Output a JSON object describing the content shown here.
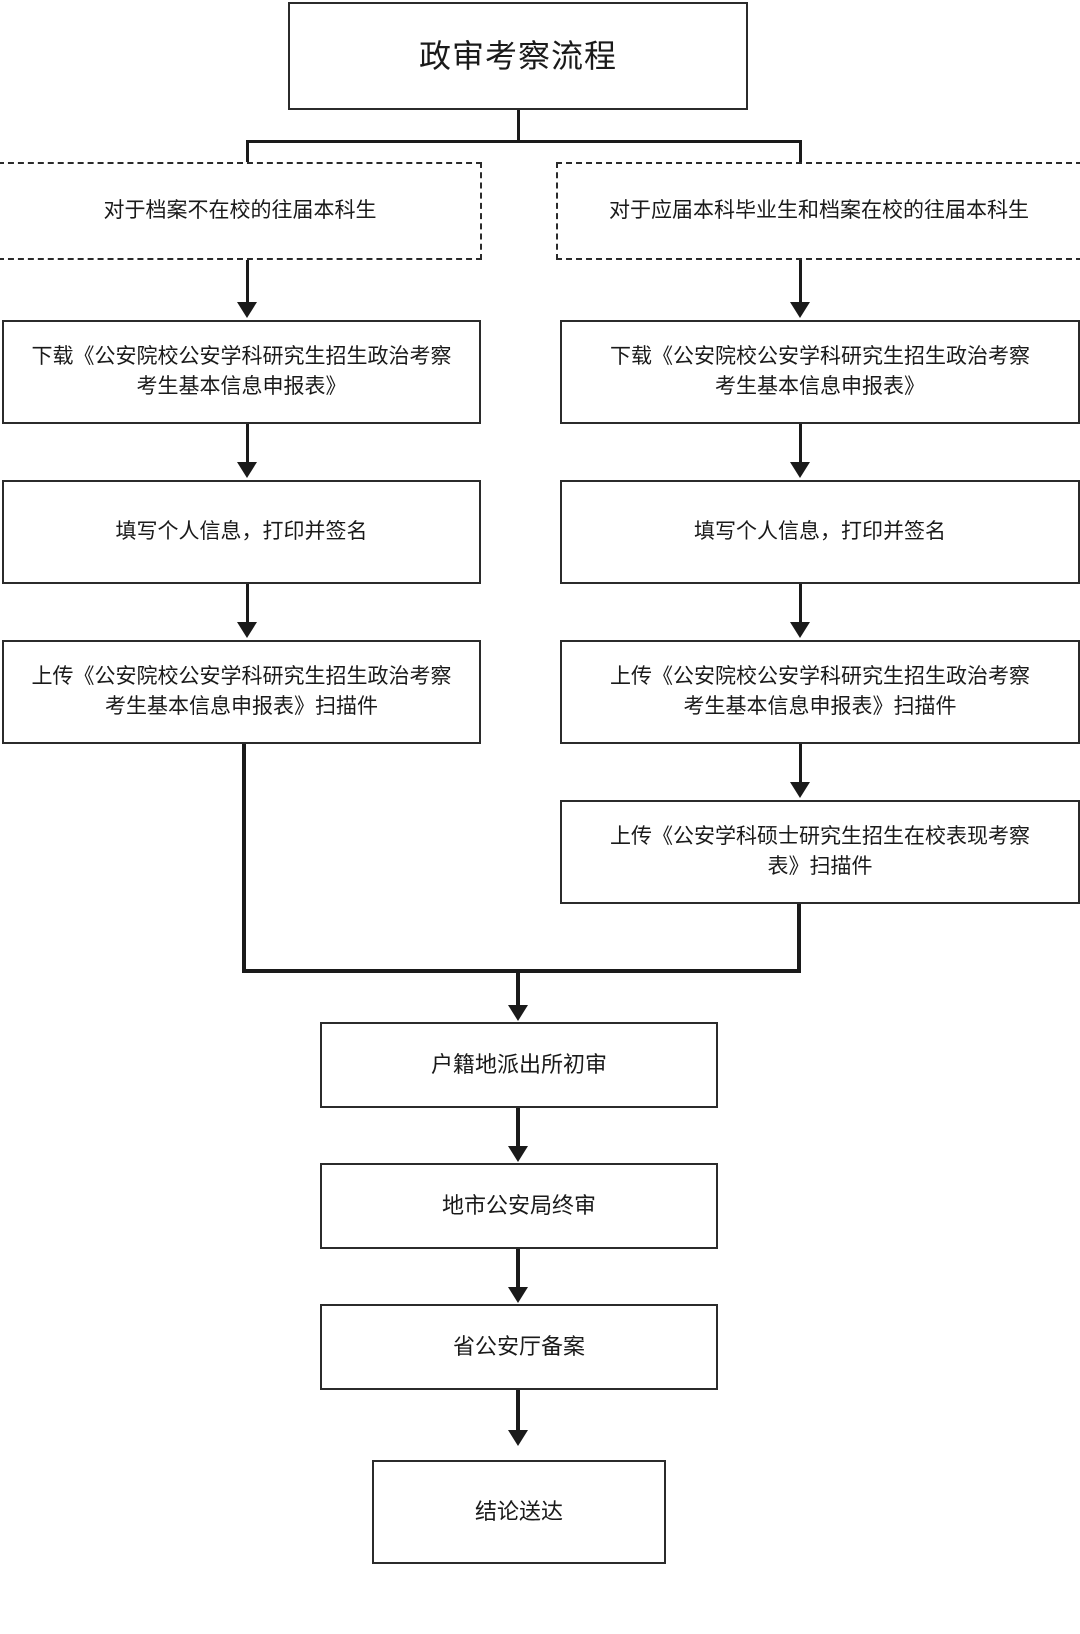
{
  "diagram": {
    "title": "政审考察流程",
    "branches": [
      {
        "id": "left",
        "label": "对于档案不在校的往届本科生"
      },
      {
        "id": "right",
        "label": "对于应届本科毕业生和档案在校的往届本科生"
      }
    ],
    "left_steps": [
      {
        "label": "下载《公安院校公安学科研究生招生政治考察\n考生基本信息申报表》"
      },
      {
        "label": "填写个人信息，打印并签名"
      },
      {
        "label": "上传《公安院校公安学科研究生招生政治考察\n考生基本信息申报表》扫描件"
      }
    ],
    "right_steps": [
      {
        "label": "下载《公安院校公安学科研究生招生政治考察\n考生基本信息申报表》"
      },
      {
        "label": "填写个人信息，打印并签名"
      },
      {
        "label": "上传《公安院校公安学科研究生招生政治考察\n考生基本信息申报表》扫描件"
      },
      {
        "label": "上传《公安学科硕士研究生招生在校表现考察\n表》扫描件"
      }
    ],
    "common_steps": [
      {
        "label": "户籍地派出所初审"
      },
      {
        "label": "地市公安局终审"
      },
      {
        "label": "省公安厅备案"
      },
      {
        "label": "结论送达"
      }
    ],
    "colors": {
      "stroke": "#2b2b2b",
      "connector": "#1a1a1a",
      "background": "#ffffff",
      "text": "#1a1a1a"
    }
  }
}
